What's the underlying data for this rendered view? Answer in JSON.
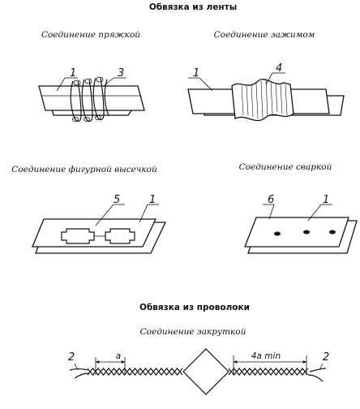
{
  "tape": {
    "title": "Обвязка из ленты",
    "buckle": {
      "caption": "Соединение пряжкой",
      "labels": [
        "1",
        "3"
      ]
    },
    "clamp": {
      "caption": "Соединение зажимом",
      "labels": [
        "1",
        "4"
      ]
    },
    "punch": {
      "caption": "Соединение фигурной высечкой",
      "labels": [
        "5",
        "1"
      ]
    },
    "weld": {
      "caption": "Соединение сваркой",
      "labels": [
        "6",
        "1"
      ]
    }
  },
  "wire": {
    "title": "Обвязка из проволоки",
    "twist": {
      "caption": "Соединение закруткой",
      "label_left": "2",
      "label_right": "2",
      "dim_a": "a",
      "dim_min": "4a min"
    }
  }
}
